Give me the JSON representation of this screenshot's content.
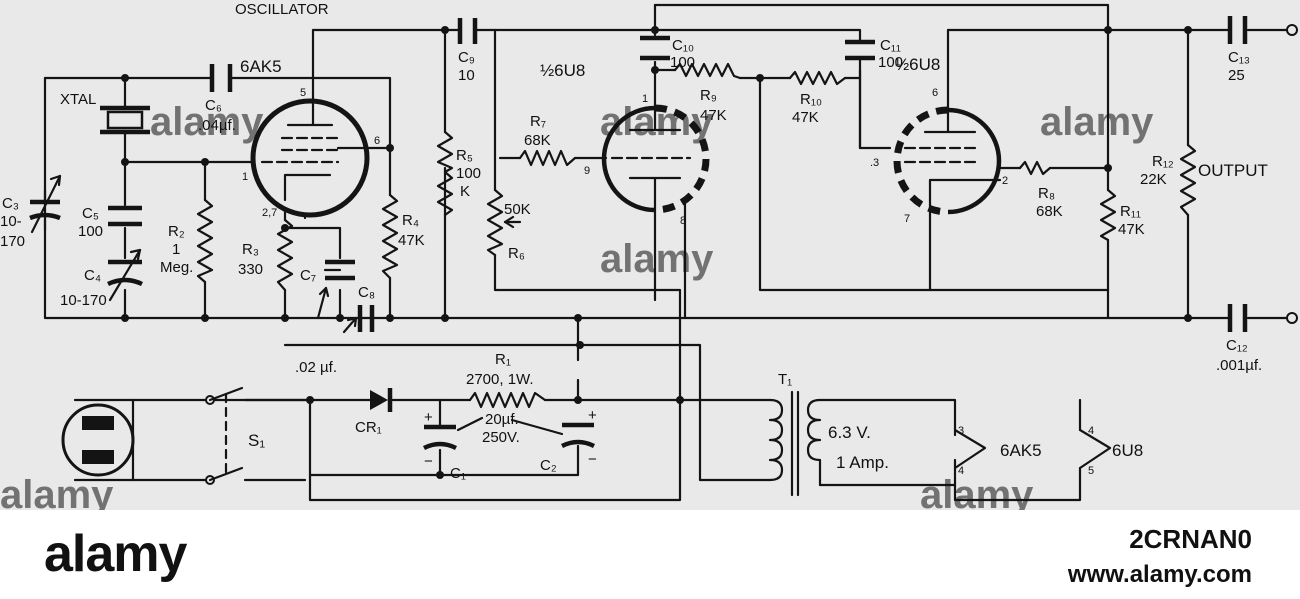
{
  "diagram": {
    "labels": {
      "oscillator": "OSCILLATOR",
      "xtal": "XTAL",
      "tube1": "6AK5",
      "tube2": "½6U8",
      "tube3": "½6U8",
      "c3": "C₃",
      "c3_val1": "10-",
      "c3_val2": "170",
      "c4": "C₄",
      "c4_val": "10-170",
      "c5": "C₅",
      "c5_val": "100",
      "c6": "C₆",
      "c6_val": ".04µf.",
      "c7": "C₇",
      "c8": "C₈",
      "c8_val": ".02 µf.",
      "c9": "C₉",
      "c9_val": "10",
      "c10": "C₁₀",
      "c10_val": "100",
      "c11": "C₁₁",
      "c11_val": "100",
      "c12": "C₁₂",
      "c12_val": ".001µf.",
      "c13": "C₁₃",
      "c13_val": "25",
      "r1": "R₁",
      "r1_val": "2700, 1W.",
      "r2": "R₂",
      "r2_val1": "1",
      "r2_val2": "Meg.",
      "r3": "R₃",
      "r3_val": "330",
      "r4": "R₄",
      "r4_val": "47K",
      "r5": "R₅",
      "r5_val1": "100",
      "r5_val2": "K",
      "r6": "R₆",
      "r6_val": "50K",
      "r7": "R₇",
      "r7_val": "68K",
      "r8": "R₈",
      "r8_val": "68K",
      "r9": "R₉",
      "r9_val": "47K",
      "r10": "R₁₀",
      "r10_val": "47K",
      "r11": "R₁₁",
      "r11_val": "47K",
      "r12": "R₁₂",
      "r12_val": "22K",
      "output": "OUTPUT",
      "c1": "C₁",
      "c1c2_val1": "20µf.",
      "c1c2_val2": "250V.",
      "c2": "C₂",
      "cr1": "CR₁",
      "s1": "S₁",
      "t1": "T₁",
      "heater_v": "6.3 V.",
      "heater_a": "1 Amp.",
      "pin1": "1",
      "pin5": "5",
      "pin6": "6",
      "pin27": "2,7",
      "pin9": "9",
      "pin8": "8",
      "pin1b": "1",
      "pin6b": "6",
      "pin3": ".3",
      "pin2": "2",
      "pin7": "7",
      "h3": "3",
      "h4": "4",
      "h4b": "4",
      "h5": "5",
      "heat_6ak5": "6AK5",
      "heat_6u8": "6U8",
      "plus1": "+",
      "minus1": "−",
      "plus2": "+",
      "minus2": "−"
    },
    "watermarks": [
      "alamy",
      "alamy",
      "alamy",
      "alamy",
      "alamy",
      "alamy"
    ]
  },
  "footer": {
    "logo": "alamy",
    "image_id": "2CRNAN0",
    "site": "www.alamy.com"
  }
}
